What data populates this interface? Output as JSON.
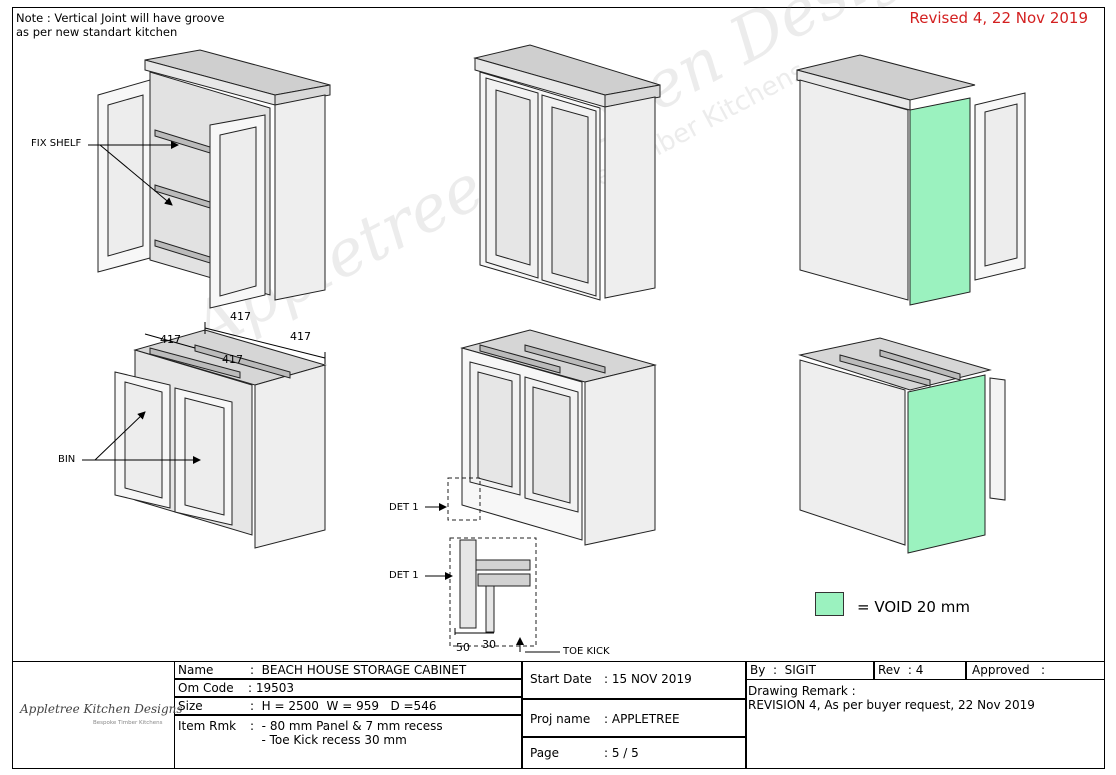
{
  "note": {
    "line1": "Note : Vertical Joint will have groove",
    "line2": "as per new standart kitchen"
  },
  "revised": "Revised 4, 22 Nov 2019",
  "labels": {
    "fix_shelf": "FIX SHELF",
    "bin": "BIN",
    "det1_a": "DET 1",
    "det1_b": "DET 1",
    "toe_kick": "TOE KICK",
    "dim_417_top": "417",
    "dim_417_left": "417",
    "dim_417_right": "417",
    "dim_417_mid": "417",
    "dim_50": "50",
    "dim_30": "30"
  },
  "legend": {
    "void_color": "#9bf2bf",
    "void_text": "= VOID 20 mm"
  },
  "watermark": {
    "main": "Appletree Kitchen Designs",
    "sub": "Bespoke Timber Kitchens"
  },
  "title_block": {
    "logo": "Appletree Kitchen Designs",
    "logo_sub": "Bespoke Timber Kitchens",
    "name_label": "Name",
    "name_value": ":  BEACH HOUSE STORAGE CABINET",
    "om_label": "Om Code",
    "om_value": ": 19503",
    "size_label": "Size",
    "size_value": ":  H = 2500  W = 959   D =546",
    "rmk_label": "Item Rmk",
    "rmk_line1": ":  - 80 mm Panel & 7 mm recess",
    "rmk_line2": "   - Toe Kick recess 30 mm",
    "start_label": "Start Date",
    "start_value": ": 15 NOV 2019",
    "proj_label": "Proj name",
    "proj_value": ": APPLETREE",
    "page_label": "Page",
    "page_value": ": 5 / 5",
    "by_label": "By  :  SIGIT",
    "rev_label": "Rev  : 4",
    "approved_label": "Approved   :",
    "remark_label": "Drawing Remark :",
    "remark_value": "REVISION 4, As per buyer request, 22 Nov 2019"
  }
}
